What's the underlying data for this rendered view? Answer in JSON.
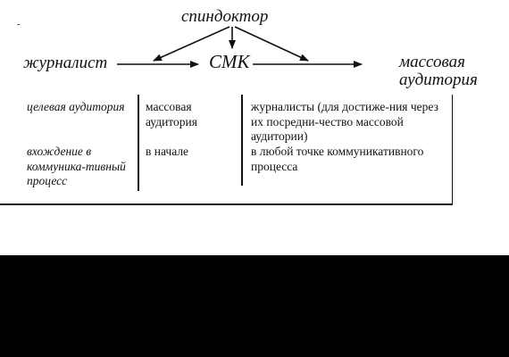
{
  "diagram": {
    "top_node": "спиндоктор",
    "left_node": "журналист",
    "center_node": "СМК",
    "right_node": "массовая аудитория",
    "side_mark": "-"
  },
  "table": {
    "rows": [
      {
        "label": "целевая аудитория",
        "col2": "массовая аудитория",
        "col3": "журналисты (для достиже-ния через их посредни-чество массовой аудитории)"
      },
      {
        "label": "вхождение в коммуника-тивный процесс",
        "col2": "в начале",
        "col3": "в любой точке коммуникативного процесса"
      }
    ]
  }
}
